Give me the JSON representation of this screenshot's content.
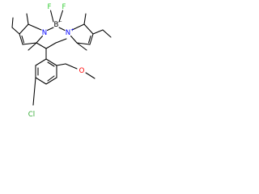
{
  "molecule": {
    "atoms": {
      "fluorine_left": "F",
      "fluorine_right": "F",
      "boron": "B",
      "boron_charge": "−",
      "nitrogen_left": "N",
      "nitrogen_right": "N",
      "nitrogen_charge": "+",
      "chlorine": "Cl",
      "oxygen": "O"
    },
    "colors": {
      "bond": "#000000",
      "nitrogen": "#0000ff",
      "fluorine": "#33cc33",
      "chlorine": "#33aa33",
      "oxygen": "#ff0000",
      "boron": "#000000"
    }
  }
}
